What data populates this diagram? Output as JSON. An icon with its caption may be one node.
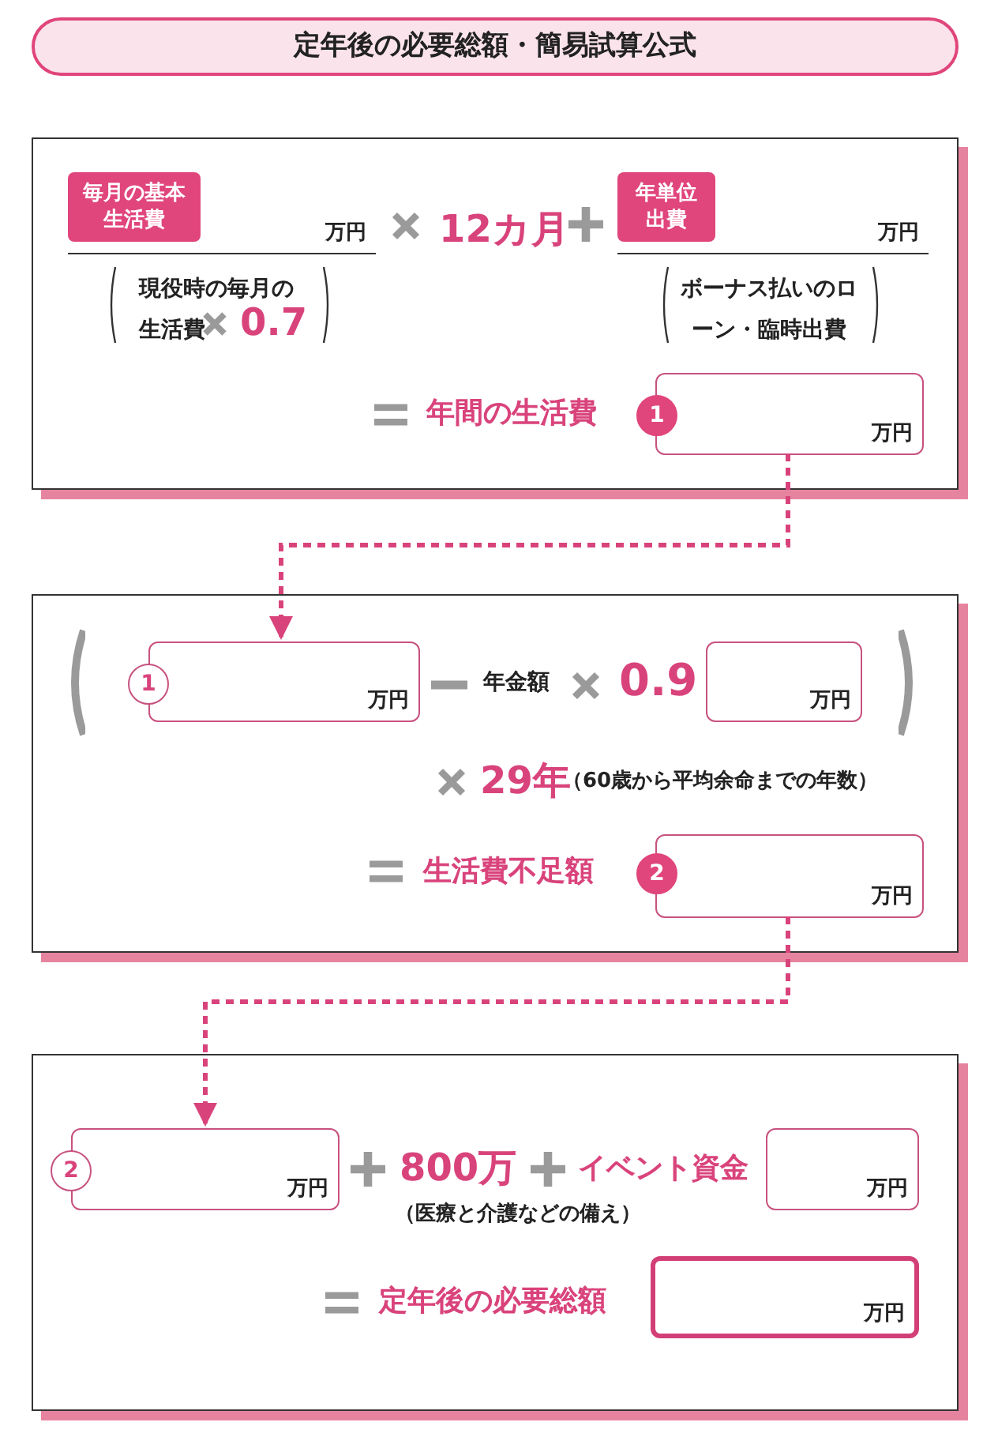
{
  "diagram": {
    "title": "定年後の必要総額・簡易試算公式",
    "nodes": [
      {
        "text": [],
        "shape": "box"
      },
      {
        "text": [
          "毎月の基本生活費",
          "万円"
        ],
        "in": 0
      },
      {
        "text": [
          "年単位出費",
          "万円"
        ],
        "in": 0
      },
      {
        "text": [
          "1"
        ],
        "in": 0
      },
      {
        "text": [
          "万円"
        ],
        "in": 0
      },
      {
        "text": [],
        "shape": "box"
      },
      {
        "text": [
          "1"
        ],
        "in": 5
      },
      {
        "text": [
          "万円"
        ],
        "in": 5
      },
      {
        "text": [
          "万円"
        ],
        "in": 5
      },
      {
        "text": [
          "2"
        ],
        "in": 5
      },
      {
        "text": [
          "万円"
        ],
        "in": 5
      },
      {
        "text": [],
        "shape": "box"
      },
      {
        "text": [
          "2"
        ],
        "in": 11
      },
      {
        "text": [
          "万円"
        ],
        "in": 11
      },
      {
        "text": [
          "万円"
        ],
        "in": 11
      },
      {
        "text": [
          "万円"
        ],
        "in": 11
      }
    ],
    "edges": [
      {
        "from": 4,
        "to": 7,
        "arrow": "to",
        "style": "dashed"
      },
      {
        "from": 10,
        "to": 13,
        "arrow": "to",
        "style": "dashed"
      }
    ],
    "labels": [
      "12カ月",
      "現役時の毎月の生活費",
      "0.7",
      "ボーナス払いのローン・臨時出費",
      "年間の生活費",
      "年金額",
      "0.9",
      "29年",
      "（60歳から平均余命までの年数）",
      "生活費不足額",
      "800万",
      "（医療と介護などの備え）",
      "イベント資金",
      "定年後の必要総額"
    ]
  }
}
